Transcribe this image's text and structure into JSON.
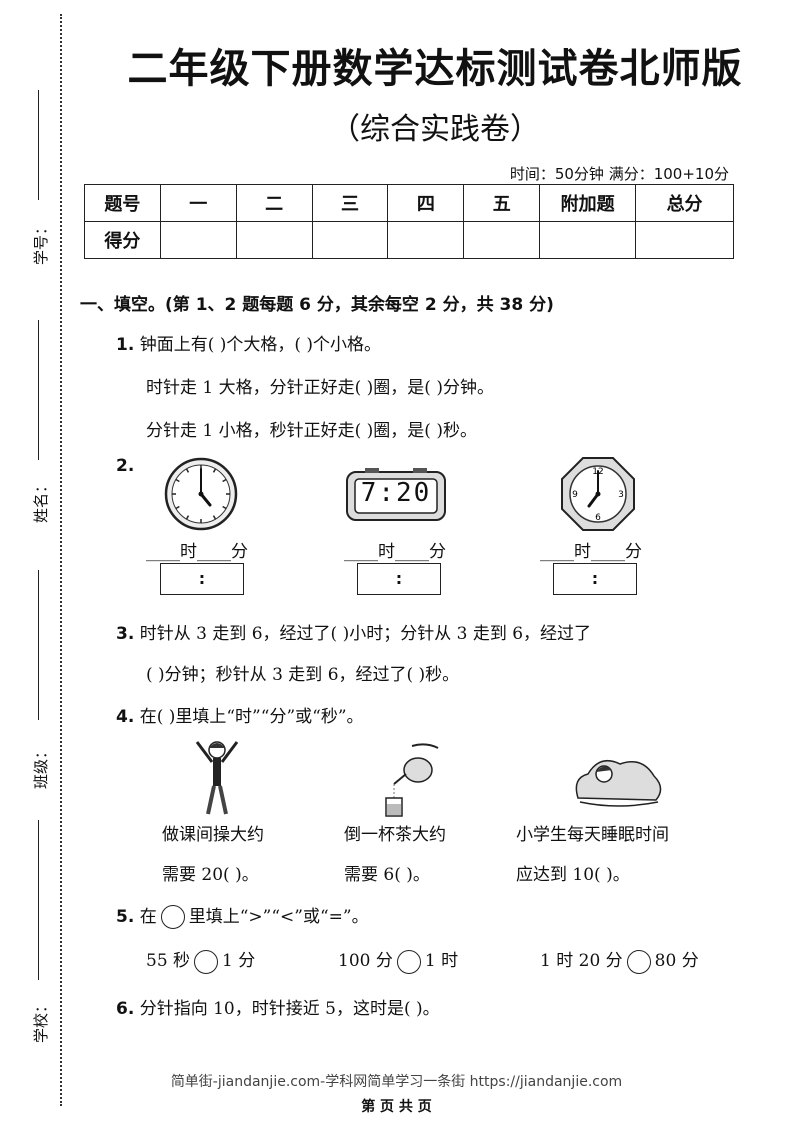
{
  "binding": {
    "fields": [
      "学号：",
      "姓名：",
      "班级：",
      "学校："
    ]
  },
  "header": {
    "title": "二年级下册数学达标测试卷北师版",
    "subtitle": "（综合实践卷）",
    "time_info": "时间：50分钟  满分：100+10分"
  },
  "score_table": {
    "row1": [
      "题号",
      "一",
      "二",
      "三",
      "四",
      "五",
      "附加题",
      "总分"
    ],
    "row2_label": "得分"
  },
  "section1": {
    "title": "一、填空。(第 1、2 题每题 6 分，其余每空 2 分，共 38 分)",
    "q1": {
      "num": "1.",
      "line1": "钟面上有(      )个大格，(      )个小格。",
      "line2": "时针走 1 大格，分针正好走(      )圈，是(      )分钟。",
      "line3": "分针走 1 小格，秒针正好走(      )圈，是(      )秒。"
    },
    "q2": {
      "num": "2.",
      "digital_display": "7:20",
      "blank_caption": "____时____分",
      "box_colon": ":"
    },
    "q3": {
      "num": "3.",
      "line1": "时针从 3 走到 6，经过了(      )小时；分针从 3 走到 6，经过了",
      "line2": "(      )分钟；秒针从 3 走到 6，经过了(      )秒。"
    },
    "q4": {
      "num": "4.",
      "prompt": "在(      )里填上“时”“分”或“秒”。",
      "items": [
        {
          "l1": "做课间操大约",
          "l2": "需要 20(      )。"
        },
        {
          "l1": "倒一杯茶大约",
          "l2": "需要 6(      )。"
        },
        {
          "l1": "小学生每天睡眠时间",
          "l2": "应达到 10(      )。"
        }
      ]
    },
    "q5": {
      "num": "5.",
      "prompt_pre": "在",
      "prompt_post": "里填上“>”“<”或“=”。",
      "items": [
        {
          "left": "55 秒",
          "right": "1 分"
        },
        {
          "left": "100 分",
          "right": "1 时"
        },
        {
          "left": "1 时 20 分",
          "right": "80 分"
        }
      ]
    },
    "q6": {
      "num": "6.",
      "text": "分针指向 10，时针接近 5，这时是(              )。"
    }
  },
  "footer": {
    "watermark": "简单街-jiandanjie.com-学科网简单学习一条街 https://jiandanjie.com",
    "page": "第 页 共 页"
  }
}
